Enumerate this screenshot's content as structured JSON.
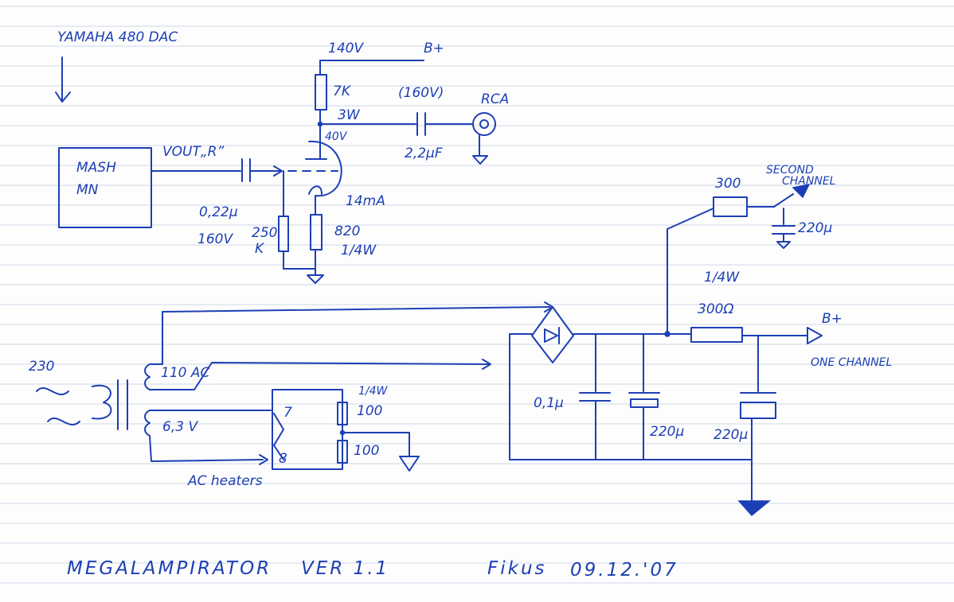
{
  "header": {
    "source": "YAMAHA 480 DAC"
  },
  "blocks": {
    "dac_line1": "MASH",
    "dac_line2": "MN",
    "vout": "VOUT„R”"
  },
  "tube_stage": {
    "b_plus_voltage": "140V",
    "b_plus": "B+",
    "plate_resistor": "7K",
    "plate_resistor_power": "3W",
    "plate_voltage": "40V",
    "coupling_rating": "(160V)",
    "coupling_value": "2,2µF",
    "output_jack": "RCA",
    "input_cap_value": "0,22µ",
    "input_cap_rating": "160V",
    "grid_resistor": "250",
    "grid_resistor_unit": "K",
    "cathode_current": "14mA",
    "cathode_resistor": "820",
    "cathode_resistor_power": "1/4W"
  },
  "second_channel": {
    "resistor": "300",
    "label_line1": "SECOND",
    "label_line2": "CHANNEL",
    "cap": "220µ"
  },
  "power_supply": {
    "mains": "230",
    "hv_winding": "110 AC",
    "heater_winding": "6,3 V",
    "pin_a": "7",
    "pin_b": "8",
    "heater_note": "AC heaters",
    "balance_power": "1/4W",
    "balance_r1": "100",
    "balance_r2": "100",
    "filter_cap_small": "0,1µ",
    "filter_cap_1": "220µ",
    "filter_cap_2": "220µ",
    "series_r_power": "1/4W",
    "series_r": "300Ω",
    "b_plus": "B+",
    "output_label": "ONE CHANNEL"
  },
  "footer": {
    "title": "MEGALAMPIRATOR",
    "version": "VER 1.1",
    "author": "Fikus",
    "date": "09.12.'07"
  },
  "colors": {
    "ink": "#1d3fb5",
    "paper": "#fdfdfd",
    "rule": "#cfd7e6"
  }
}
